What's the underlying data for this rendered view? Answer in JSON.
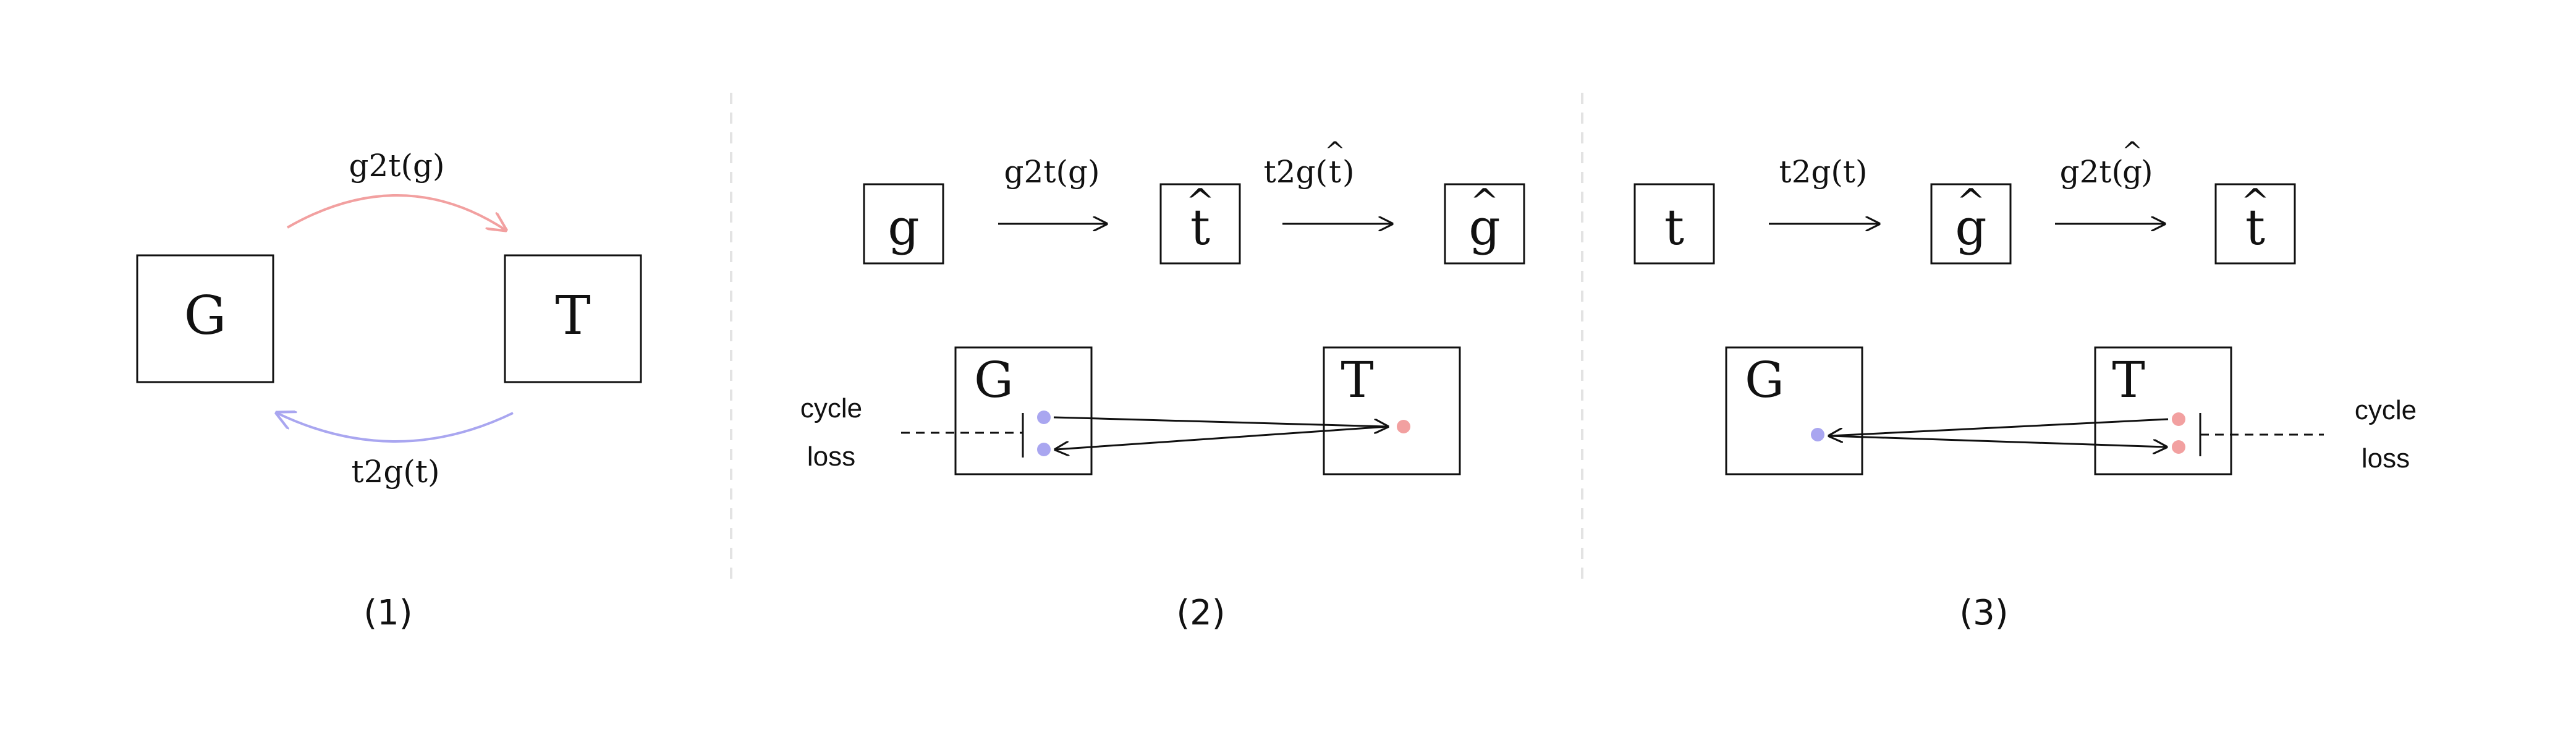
{
  "colors": {
    "stroke": "#111111",
    "red": "#f2a0a0",
    "blue": "#a9a6f0",
    "divider": "#e3e3e3"
  },
  "panel1": {
    "caption": "(1)",
    "node_g": "G",
    "node_t": "T",
    "top_label": "g2t(g)",
    "bottom_label": "t2g(t)"
  },
  "panel2": {
    "caption": "(2)",
    "seq": [
      "g",
      "t",
      "g"
    ],
    "seq_hats": [
      "",
      "^",
      "^"
    ],
    "arrow1_label": "g2t(g)",
    "arrow2_label_pre": "t2g(",
    "arrow2_label_arg": "t",
    "arrow2_label_hat": "^",
    "arrow2_label_post": ")",
    "box_g": "G",
    "box_t": "T",
    "cycle": "cycle",
    "loss": "loss"
  },
  "panel3": {
    "caption": "(3)",
    "seq": [
      "t",
      "g",
      "t"
    ],
    "seq_hats": [
      "",
      "^",
      "^"
    ],
    "arrow1_label": "t2g(t)",
    "arrow2_label_pre": "g2t(",
    "arrow2_label_arg": "g",
    "arrow2_label_hat": "^",
    "arrow2_label_post": ")",
    "box_g": "G",
    "box_t": "T",
    "cycle": "cycle",
    "loss": "loss"
  }
}
